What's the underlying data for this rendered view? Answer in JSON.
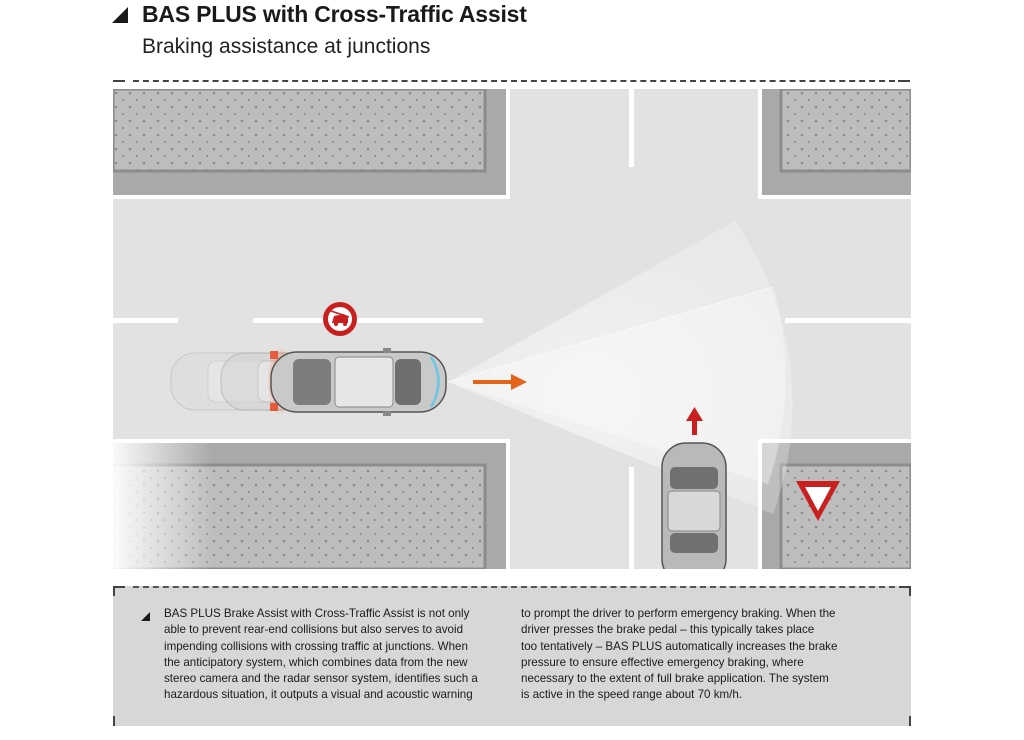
{
  "header": {
    "title": "BAS PLUS with Cross-Traffic Assist",
    "subtitle": "Braking assistance at junctions"
  },
  "scene": {
    "icons": [
      "warning-car-icon",
      "direction-arrow-icon",
      "yield-sign-icon"
    ],
    "colors": {
      "road": "#e4e4e4",
      "block": "#b5b5b5",
      "sensor_cone": "#f2f2f2",
      "warning_red": "#c8201e",
      "motion_arrow": "#e3641a",
      "brake_glow": "#e8401a",
      "car_body": "#c9c9c9"
    }
  },
  "description": {
    "col1": "BAS PLUS Brake Assist with Cross-Traffic Assist is not only\nable to prevent rear-end collisions but also serves to avoid\nimpending collisions with crossing traffic at junctions. When\nthe anticipatory system, which combines data from the new\nstereo camera and the radar sensor system, identifies such a\nhazardous situation, it outputs a visual and acoustic warning",
    "col2": "to prompt the driver to perform emergency braking. When the\ndriver presses the brake pedal – this typically takes place\ntoo tentatively – BAS PLUS automatically increases the brake\npressure to ensure effective emergency braking, where\nnecessary to the extent of full brake application. The system\nis active in the speed range about 70 km/h."
  }
}
